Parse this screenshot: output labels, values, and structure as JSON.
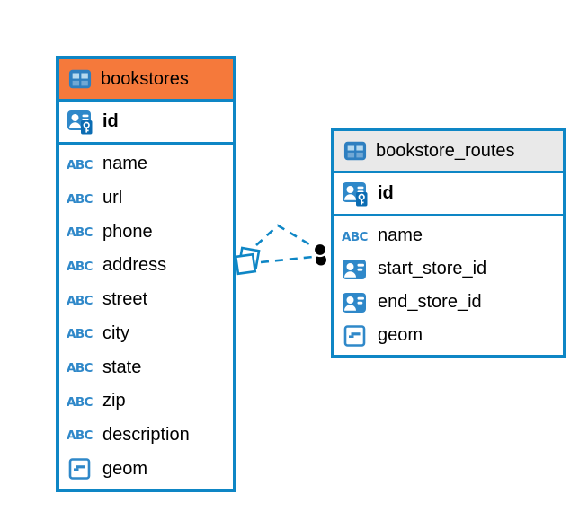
{
  "colors": {
    "table_border_blue": "#0e86c5",
    "connector_blue": "#0e86c5",
    "icon_blue": "#2f88c9",
    "icon_key_dark_blue": "#0b6cb3",
    "header_orange": "#f5793b",
    "header_gray": "#e9e9e9",
    "marker_black": "#000000"
  },
  "tables": [
    {
      "name": "bookstores",
      "icon": "table-icon",
      "header_style": "orange",
      "primary_key": {
        "name": "id",
        "icon": "primary-key-user-icon"
      },
      "columns": [
        {
          "name": "name",
          "icon": "text-icon"
        },
        {
          "name": "url",
          "icon": "text-icon"
        },
        {
          "name": "phone",
          "icon": "text-icon"
        },
        {
          "name": "address",
          "icon": "text-icon"
        },
        {
          "name": "street",
          "icon": "text-icon"
        },
        {
          "name": "city",
          "icon": "text-icon"
        },
        {
          "name": "state",
          "icon": "text-icon"
        },
        {
          "name": "zip",
          "icon": "text-icon"
        },
        {
          "name": "description",
          "icon": "text-icon"
        },
        {
          "name": "geom",
          "icon": "geometry-icon"
        }
      ]
    },
    {
      "name": "bookstore_routes",
      "icon": "table-icon",
      "header_style": "gray",
      "primary_key": {
        "name": "id",
        "icon": "primary-key-user-icon"
      },
      "columns": [
        {
          "name": "name",
          "icon": "text-icon"
        },
        {
          "name": "start_store_id",
          "icon": "foreign-key-user-icon"
        },
        {
          "name": "end_store_id",
          "icon": "foreign-key-user-icon"
        },
        {
          "name": "geom",
          "icon": "geometry-icon"
        }
      ]
    }
  ],
  "relationships": {
    "count": 2,
    "line_style": "dashed",
    "source_marker": "diamond",
    "target_marker": "filled-circle"
  }
}
